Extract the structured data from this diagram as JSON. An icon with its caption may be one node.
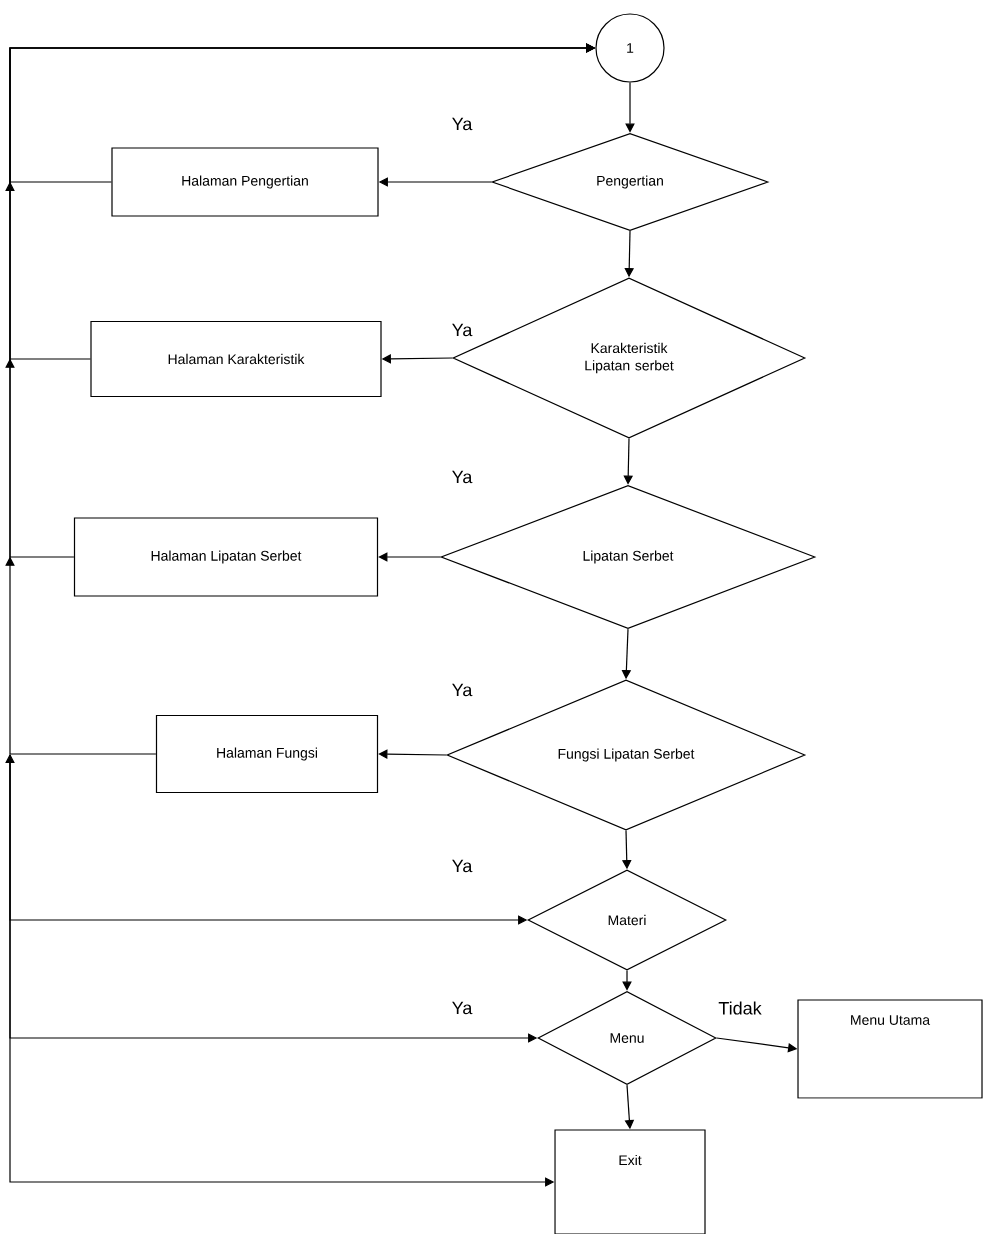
{
  "diagram": {
    "nodes": [
      {
        "text": [
          "1"
        ]
      },
      {
        "text": [
          "Pengertian"
        ]
      },
      {
        "text": [
          "Halaman Pengertian"
        ]
      },
      {
        "text": [
          "Karakteristik Lipatan serbet"
        ]
      },
      {
        "text": [
          "Halaman Karakteristik"
        ]
      },
      {
        "text": [
          "Lipatan Serbet"
        ]
      },
      {
        "text": [
          "Halaman Lipatan Serbet"
        ]
      },
      {
        "text": [
          "Fungsi Lipatan Serbet"
        ]
      },
      {
        "text": [
          "Halaman Fungsi"
        ]
      },
      {
        "text": [
          "Materi"
        ]
      },
      {
        "text": [
          "Menu"
        ]
      },
      {
        "text": [
          "Menu Utama"
        ]
      },
      {
        "text": [
          "Exit"
        ]
      }
    ],
    "edges": [
      {
        "from": 0,
        "to": 1,
        "arrow": "to"
      },
      {
        "from": 1,
        "to": 2,
        "arrow": "to",
        "label": "Ya"
      },
      {
        "from": 1,
        "to": 3,
        "arrow": "to"
      },
      {
        "from": 3,
        "to": 4,
        "arrow": "to",
        "label": "Ya"
      },
      {
        "from": 3,
        "to": 5,
        "arrow": "to"
      },
      {
        "from": 5,
        "to": 6,
        "arrow": "to",
        "label": "Ya"
      },
      {
        "from": 5,
        "to": 7,
        "arrow": "to"
      },
      {
        "from": 7,
        "to": 8,
        "arrow": "to",
        "label": "Ya"
      },
      {
        "from": 7,
        "to": 9,
        "arrow": "to"
      },
      {
        "from": 9,
        "to": 10,
        "arrow": "to"
      },
      {
        "from": 10,
        "to": 11,
        "arrow": "to",
        "label": "Tidak"
      },
      {
        "from": 10,
        "to": 12,
        "arrow": "to"
      },
      {
        "from": 2,
        "to": 0,
        "arrow": "to"
      },
      {
        "from": 4,
        "to": 0,
        "arrow": "to"
      },
      {
        "from": 6,
        "to": 0,
        "arrow": "to"
      },
      {
        "from": 8,
        "to": 0,
        "arrow": "to"
      },
      {
        "from": null,
        "to": 9,
        "arrow": "to"
      },
      {
        "from": null,
        "to": 10,
        "arrow": "to"
      },
      {
        "from": null,
        "to": 12,
        "arrow": "to"
      }
    ],
    "labels": [
      "Ya",
      "Ya"
    ]
  }
}
